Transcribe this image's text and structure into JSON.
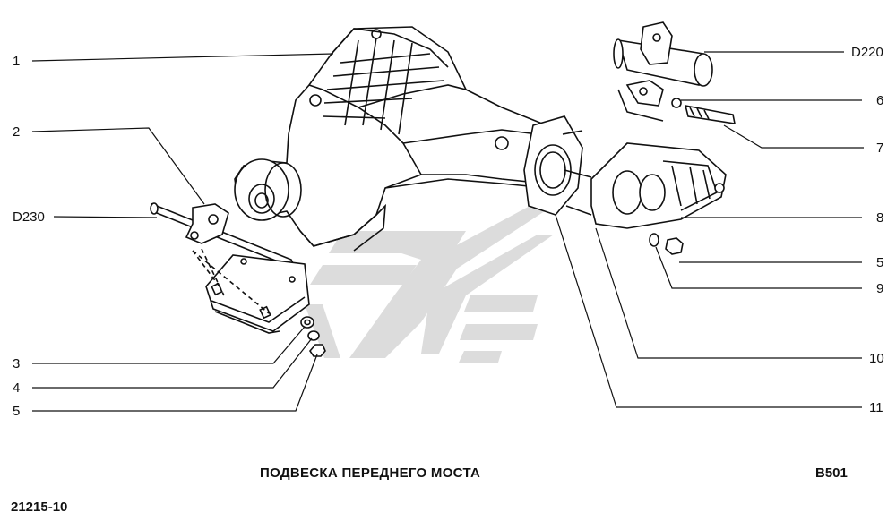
{
  "labels_left": [
    {
      "num": "1"
    },
    {
      "num": "2"
    },
    {
      "num": "D230"
    },
    {
      "num": "3"
    },
    {
      "num": "4"
    },
    {
      "num": "5"
    }
  ],
  "labels_right": [
    {
      "num": "D220"
    },
    {
      "num": "6"
    },
    {
      "num": "7"
    },
    {
      "num": "8"
    },
    {
      "num": "5"
    },
    {
      "num": "9"
    },
    {
      "num": "10"
    },
    {
      "num": "11"
    }
  ],
  "caption": "ПОДВЕСКА ПЕРЕДНЕГО МОСТА",
  "sheet_code": "B501",
  "model_code": "21215-10",
  "colors": {
    "ink": "#111111",
    "watermark": "#d9d9d9",
    "paper": "#ffffff"
  }
}
